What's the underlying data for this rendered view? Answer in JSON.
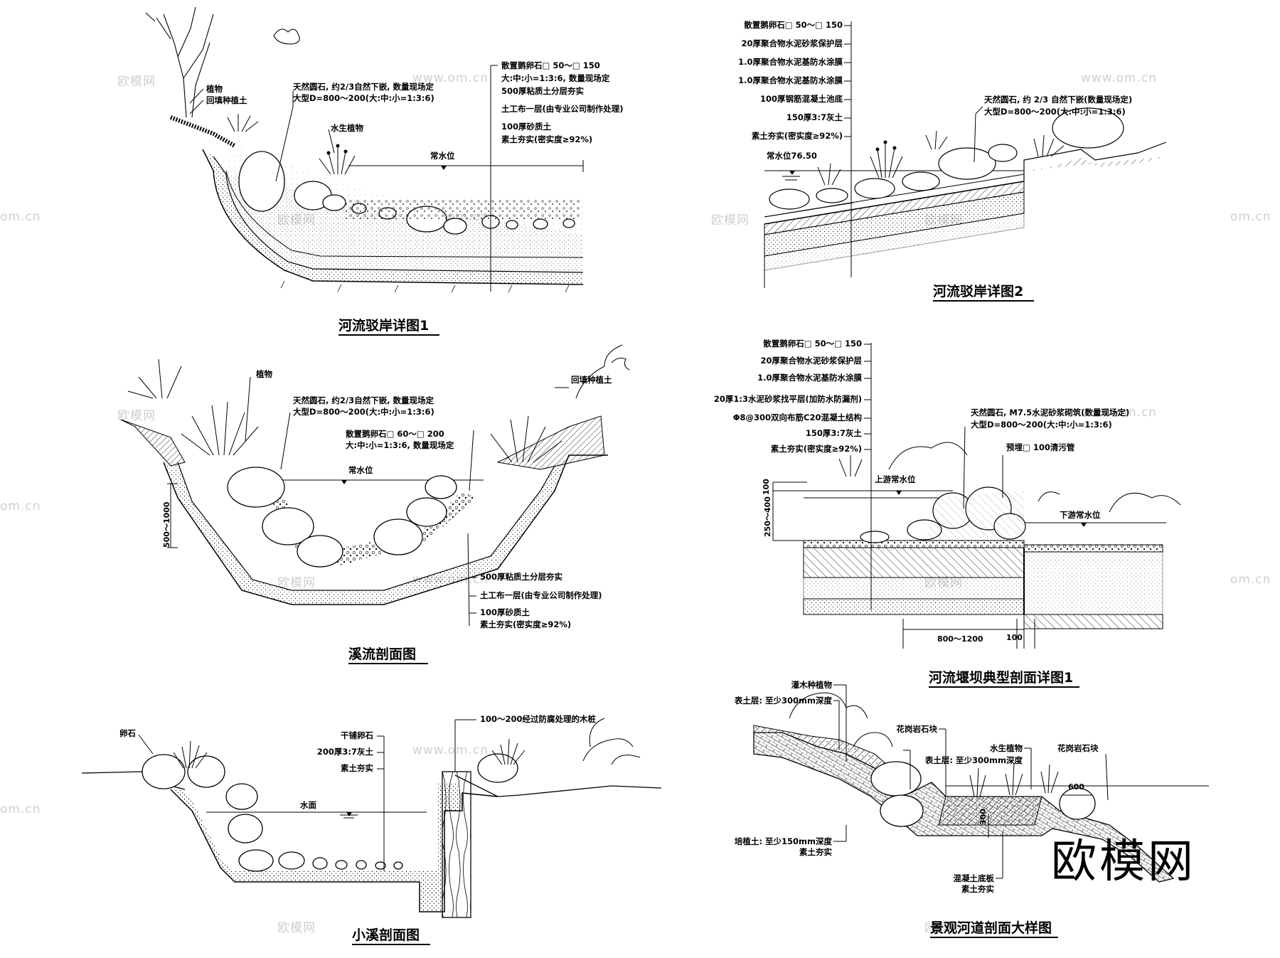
{
  "watermarks": {
    "site": "www.om.cn",
    "brand_cn": "欧模网",
    "site_short": "om.cn",
    "corner_brand": "欧模网"
  },
  "panels": {
    "p1": {
      "title": "河流驳岸详图1",
      "labels": {
        "plant": "植物",
        "backfill": "回填种植土",
        "stone1": "天然圆石, 约2/3自然下嵌, 数量现场定",
        "stone2": "大型D=800～200(大:中:小=1:3:6)",
        "aquatic": "水生植物",
        "pebble1": "散置鹅卵石□ 50～□ 150",
        "pebble2": "大:中:小=1:3:6, 数量现场定",
        "clay": "500厚粘质土分层夯实",
        "geo": "土工布一层(由专业公司制作处理)",
        "sand": "100厚砂质土",
        "soil": "素土夯实(密实度≥92%)",
        "water": "常水位"
      }
    },
    "p2": {
      "title": "河流驳岸详图2",
      "labels": {
        "l1": "散置鹅卵石□ 50～□ 150",
        "l2": "20厚聚合物水泥砂浆保护层",
        "l3": "1.0厚聚合物水泥基防水涂膜",
        "l4": "1.0厚聚合物水泥基防水涂膜",
        "l5": "100厚钢筋混凝土池底",
        "l6": "150厚3:7灰土",
        "l7": "素土夯实(密实度≥92%)",
        "water": "常水位76.50",
        "stone1": "天然圆石, 约 2/3 自然下嵌(数量现场定)",
        "stone2": "大型D=800～200(大:中:小=1:3:6)"
      }
    },
    "p3": {
      "title": "溪流剖面图",
      "labels": {
        "plant": "植物",
        "stone1": "天然圆石, 约2/3自然下嵌, 数量现场定",
        "stone2": "大型D=800～200(大:中:小=1:3:6)",
        "pebble1": "散置鹅卵石□ 60～□ 200",
        "pebble2": "大:中:小=1:3:6, 数量现场定",
        "backfill": "回填种植土",
        "water": "常水位",
        "dim": "500～1000",
        "clay": "500厚粘质土分层夯实",
        "geo": "土工布一层(由专业公司制作处理)",
        "sand": "100厚砂质土",
        "soil": "素土夯实(密实度≥92%)"
      }
    },
    "p4": {
      "title": "河流堰坝典型剖面详图1",
      "labels": {
        "l1": "散置鹅卵石□ 50～□ 150",
        "l2": "20厚聚合物水泥砂浆保护层",
        "l3": "1.0厚聚合物水泥基防水涂膜",
        "l4": "20厚1:3水泥砂浆找平层(加防水防漏剂)",
        "l5": "Φ8@300双向布筋C20混凝土结构",
        "l6": "150厚3:7灰土",
        "l7": "素土夯实(密实度≥92%)",
        "stone1": "天然圆石, M7.5水泥砂浆砌筑(数量现场定)",
        "stone2": "大型D=800～200(大:中:小=1:3:6)",
        "pipe": "预埋□ 100清污管",
        "upstream": "上游常水位",
        "downstream": "下游常水位",
        "dim1": "100",
        "dim2": "250～400",
        "dim3": "800～1200",
        "dim4": "100"
      }
    },
    "p5": {
      "title": "小溪剖面图",
      "labels": {
        "egg": "卵石",
        "dry": "干铺卵石",
        "lime": "200厚3:7灰土",
        "soil": "素土夯实",
        "pile": "100～200经过防腐处理的木桩",
        "water": "水面"
      }
    },
    "p6": {
      "title": "景观河道剖面大样图",
      "labels": {
        "shrub": "灌木种植物",
        "top1": "表土层: 至少300mm深度",
        "granite1": "花岗岩石块",
        "aquatic": "水生植物",
        "top2": "表土层: 至少300mm深度",
        "granite2": "花岗岩石块",
        "plant_soil": "培植土: 至少150mm深度",
        "soil": "素土夯实",
        "concrete": "混凝土底板",
        "soil2": "素土夯实",
        "dim300": "300",
        "dim600": "600"
      }
    }
  }
}
